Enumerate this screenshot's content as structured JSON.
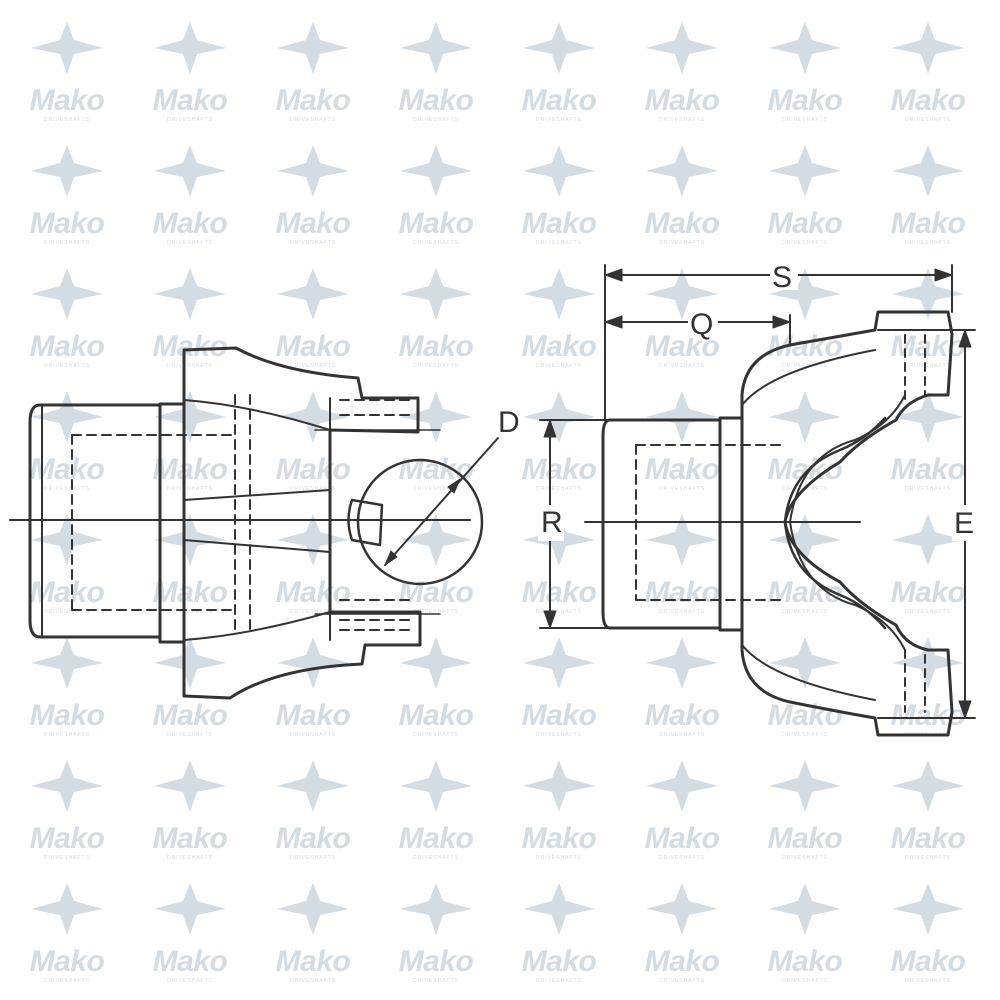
{
  "watermark": {
    "brand": "Mako",
    "tagline": "DRIVESHAFTS",
    "logo_icon": "star-fish-logo-icon",
    "color": "#d3dbe3"
  },
  "drawing": {
    "line_color": "#333333",
    "dimension_labels": {
      "D": "D",
      "R": "R",
      "Q": "Q",
      "S": "S",
      "E": "E"
    }
  }
}
